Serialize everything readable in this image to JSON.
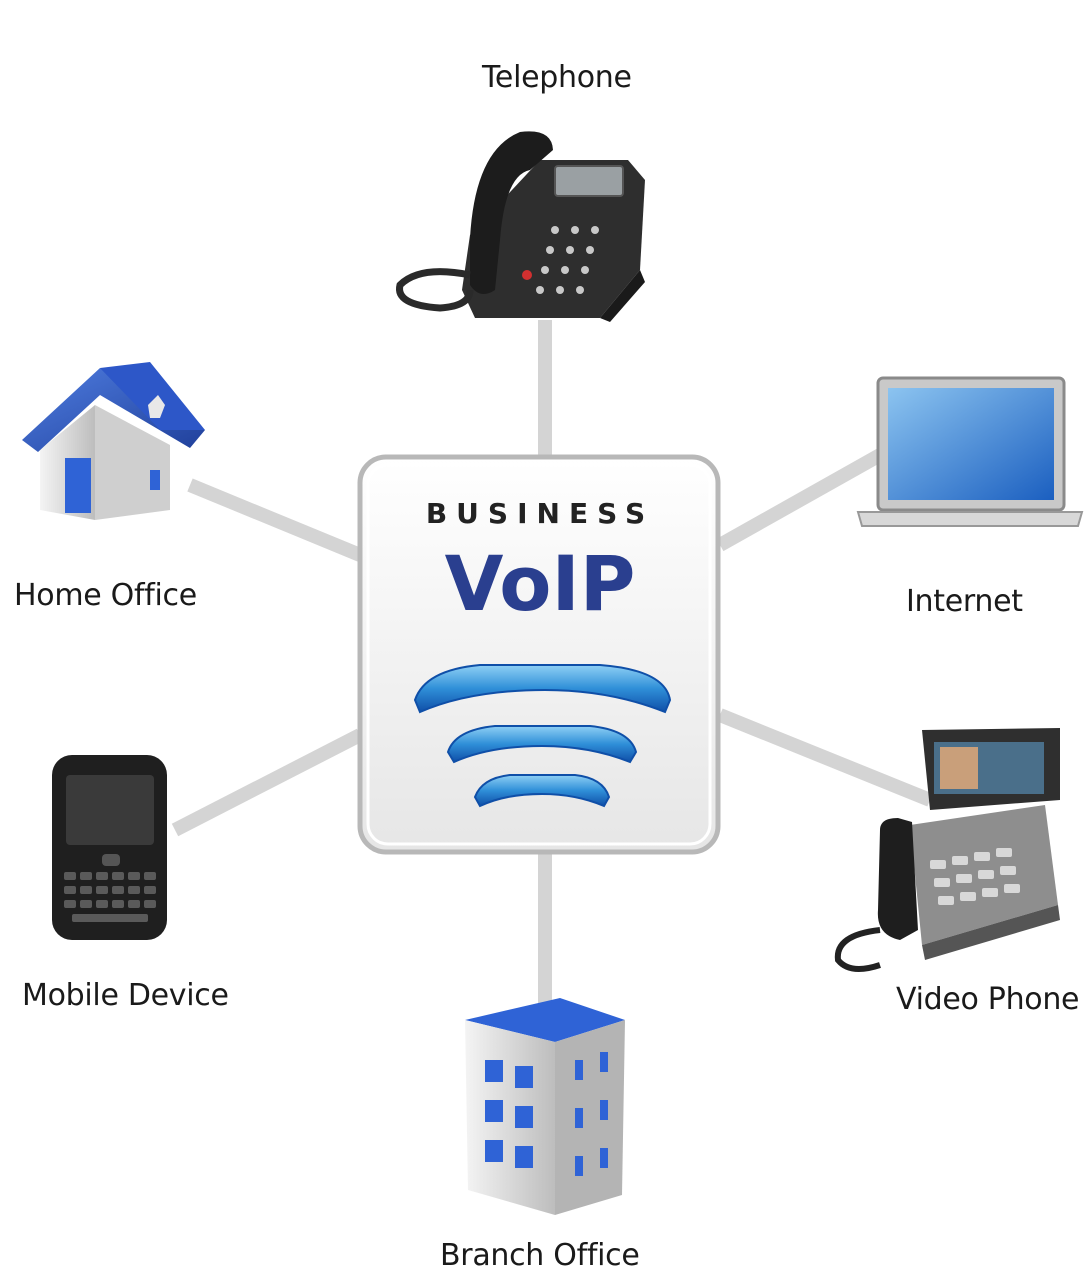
{
  "hub": {
    "title_top": "BUSINESS",
    "title_main": "VoIP",
    "icon": "phone-handset-waves-icon"
  },
  "nodes": {
    "telephone": {
      "label": "Telephone",
      "icon": "desk-phone-icon"
    },
    "home_office": {
      "label": "Home Office",
      "icon": "house-icon"
    },
    "internet": {
      "label": "Internet",
      "icon": "laptop-icon"
    },
    "mobile_device": {
      "label": "Mobile Device",
      "icon": "smartphone-icon"
    },
    "video_phone": {
      "label": "Video Phone",
      "icon": "video-phone-icon"
    },
    "branch_office": {
      "label": "Branch Office",
      "icon": "office-building-icon"
    }
  },
  "colors": {
    "accent_blue": "#2f55b0",
    "connector_gray": "#d4d4d4",
    "device_dark": "#2a2a2a",
    "hub_text": "#2a3f8f"
  }
}
